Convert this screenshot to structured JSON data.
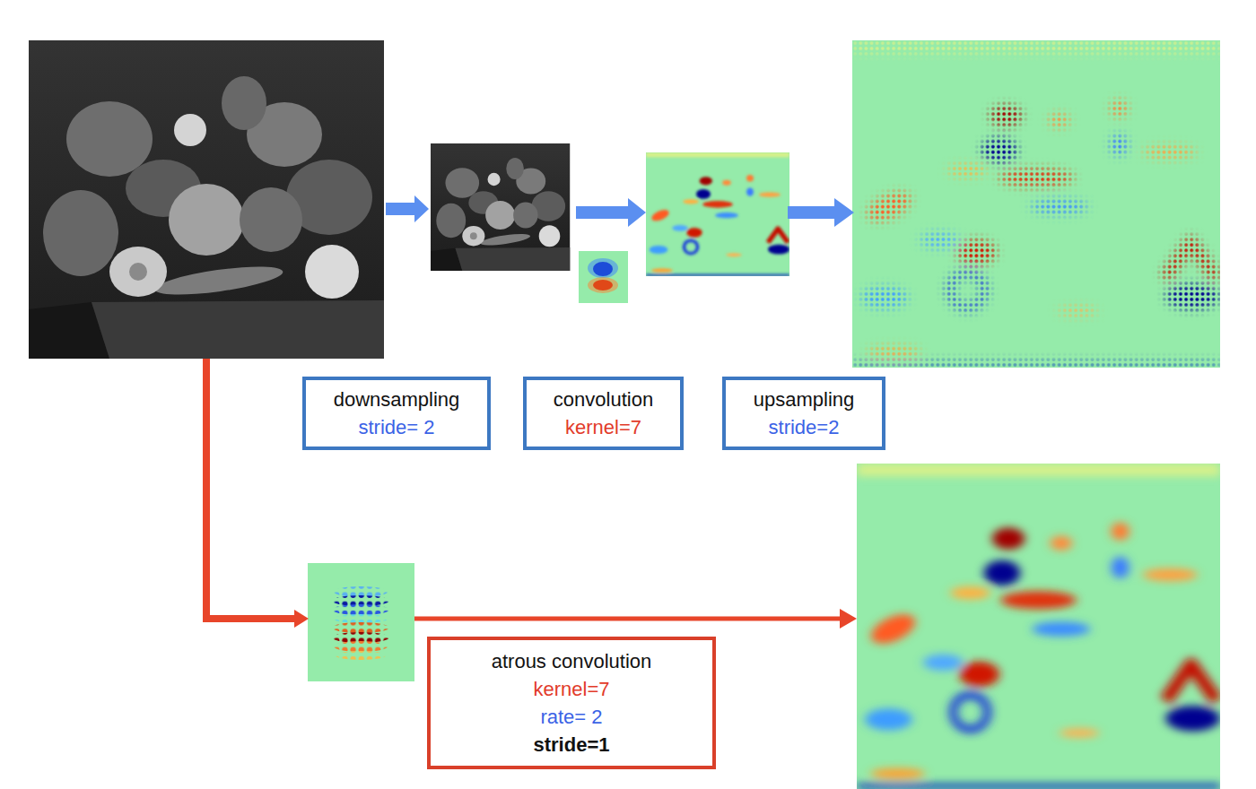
{
  "diagram": {
    "nodes": [
      {
        "text": [
          "downsampling",
          "stride= 2"
        ]
      },
      {
        "text": [
          "convolution",
          "kernel=7"
        ]
      },
      {
        "text": [
          "upsampling",
          "stride=2"
        ]
      },
      {
        "text": [
          "atrous convolution",
          "kernel=7",
          "rate= 2",
          "stride=1"
        ]
      }
    ]
  }
}
